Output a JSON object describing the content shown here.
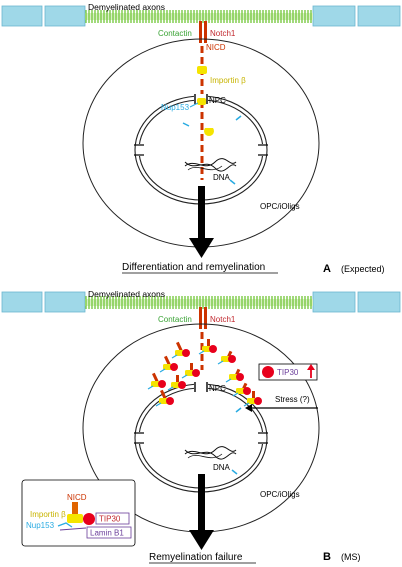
{
  "panel_a": {
    "top_label": "Demyelinated axons",
    "contactin": "Contactin",
    "notch1": "Notch1",
    "nicd": "NICD",
    "importin": "Importin β",
    "nup153": "Nup153",
    "npc": "NPC",
    "dna": "DNA",
    "cell": "OPC/iOligs",
    "outcome": "Differentiation and remyelination",
    "letter": "A",
    "condition": "(Expected)"
  },
  "panel_b": {
    "top_label": "Demyelinated axons",
    "contactin": "Contactin",
    "notch1": "Notch1",
    "npc": "NPC",
    "dna": "DNA",
    "tip30_box": "TIP30",
    "stress": "Stress (?)",
    "cell": "OPC/iOligs",
    "outcome": "Remyelination failure",
    "letter": "B",
    "condition": "(MS)"
  },
  "legend": {
    "nicd": "NICD",
    "importin": "Importin β",
    "nup153": "Nup153",
    "tip30": "TIP30",
    "lamin": "Lamin B1"
  },
  "colors": {
    "axon_box": "#9fd8e8",
    "myelin_green": "#7ac943",
    "nicd_red": "#cc3300",
    "importin_yellow": "#f5e400",
    "nup_cyan": "#29abe2",
    "tip30_red": "#e8001c",
    "lamin_purple": "#6a3d9a",
    "contactin_green": "#3aa335"
  }
}
